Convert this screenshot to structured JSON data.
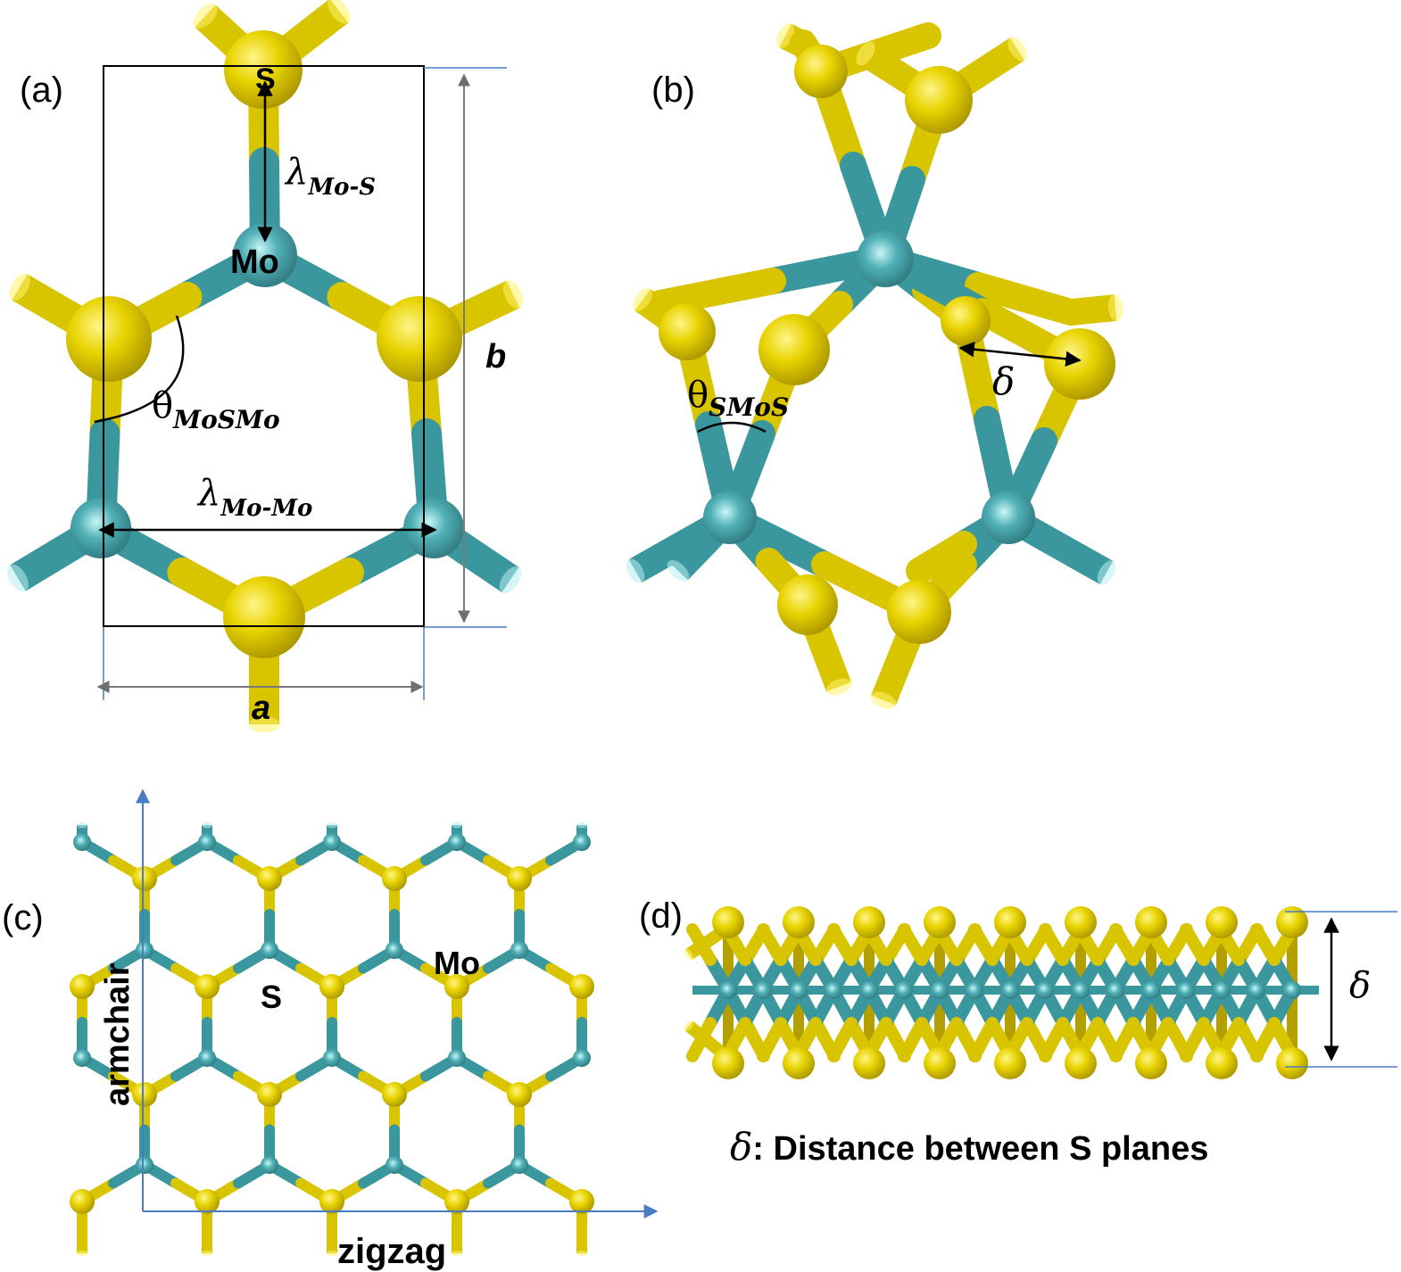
{
  "figure": {
    "colors": {
      "sulfur": "#d9c400",
      "sulfur_highlight": "#fff36a",
      "sulfur_shadow": "#b39f00",
      "molybdenum": "#3b979e",
      "molybdenum_highlight": "#b8eef0",
      "molybdenum_shadow": "#2a6f74",
      "axis_blue": "#4a7cc6",
      "cell_line": "#000000",
      "dim_line": "#7a7a7a"
    },
    "panel_a": {
      "label": "(a)",
      "atom_S": "S",
      "atom_Mo": "Mo",
      "bond_Mo_S": {
        "symbol": "λ",
        "subscript": "Mo-S"
      },
      "angle": {
        "symbol": "θ",
        "subscript": "MoSMo"
      },
      "bond_Mo_Mo": {
        "symbol": "λ",
        "subscript": "Mo-Mo"
      },
      "lattice_a": "a",
      "lattice_b": "b"
    },
    "panel_b": {
      "label": "(b)",
      "angle": {
        "symbol": "θ",
        "subscript": "SMoS"
      },
      "delta": "δ"
    },
    "panel_c": {
      "label": "(c)",
      "atom_S": "S",
      "atom_Mo": "Mo",
      "axis_vertical": "armchair",
      "axis_horizontal": "zigzag"
    },
    "panel_d": {
      "label": "(d)",
      "delta": "δ",
      "caption_symbol": "δ",
      "caption_text": ": Distance between S planes"
    }
  }
}
